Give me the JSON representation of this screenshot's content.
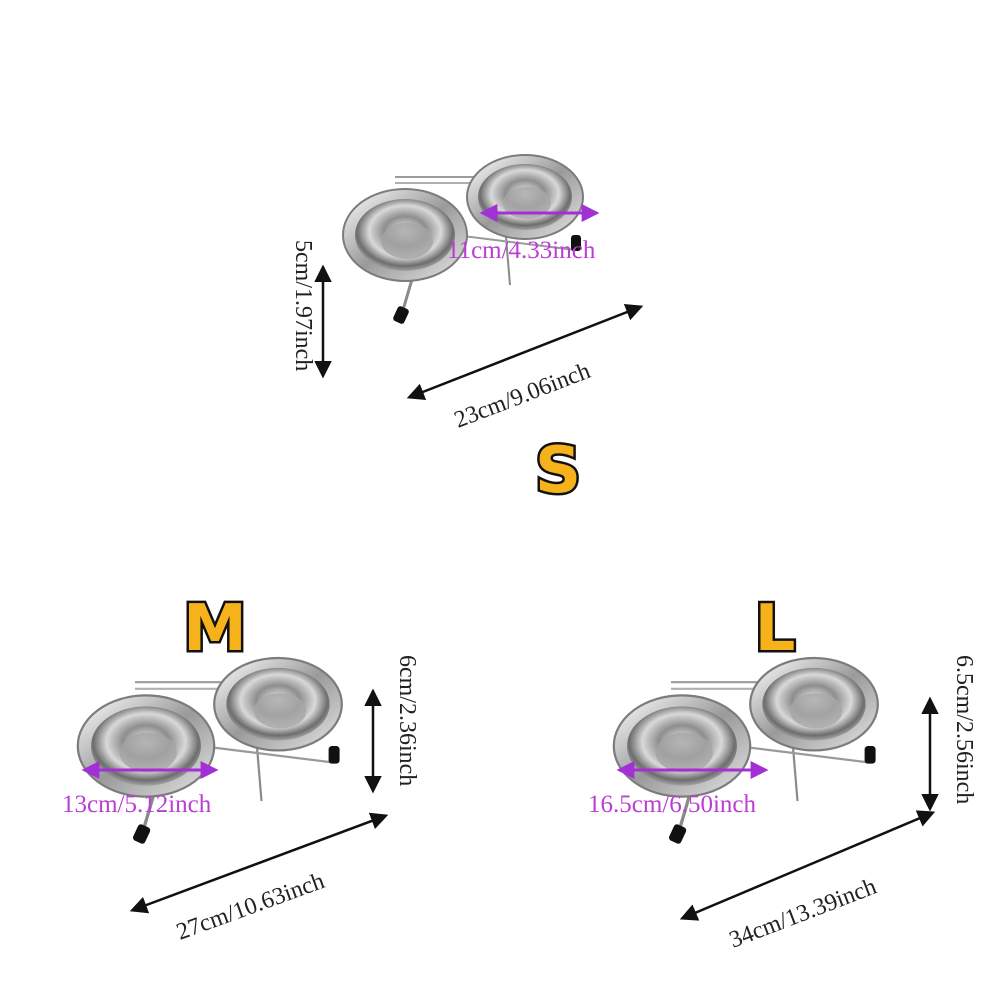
{
  "products": [
    {
      "size": "S",
      "height": "5cm/1.97inch",
      "length": "23cm/9.06inch",
      "bowl_diameter": "11cm/4.33inch"
    },
    {
      "size": "M",
      "height": "6cm/2.36inch",
      "length": "27cm/10.63inch",
      "bowl_diameter": "13cm/5.12inch"
    },
    {
      "size": "L",
      "height": "6.5cm/2.56inch",
      "length": "34cm/13.39inch",
      "bowl_diameter": "16.5cm/6.50inch"
    }
  ],
  "colors": {
    "size_label_fill": "#f6b21a",
    "size_label_outline": "#111111",
    "dimension_text": "#222222",
    "diameter_text": "#b93fd2",
    "diameter_arrow": "#a32fd6"
  }
}
